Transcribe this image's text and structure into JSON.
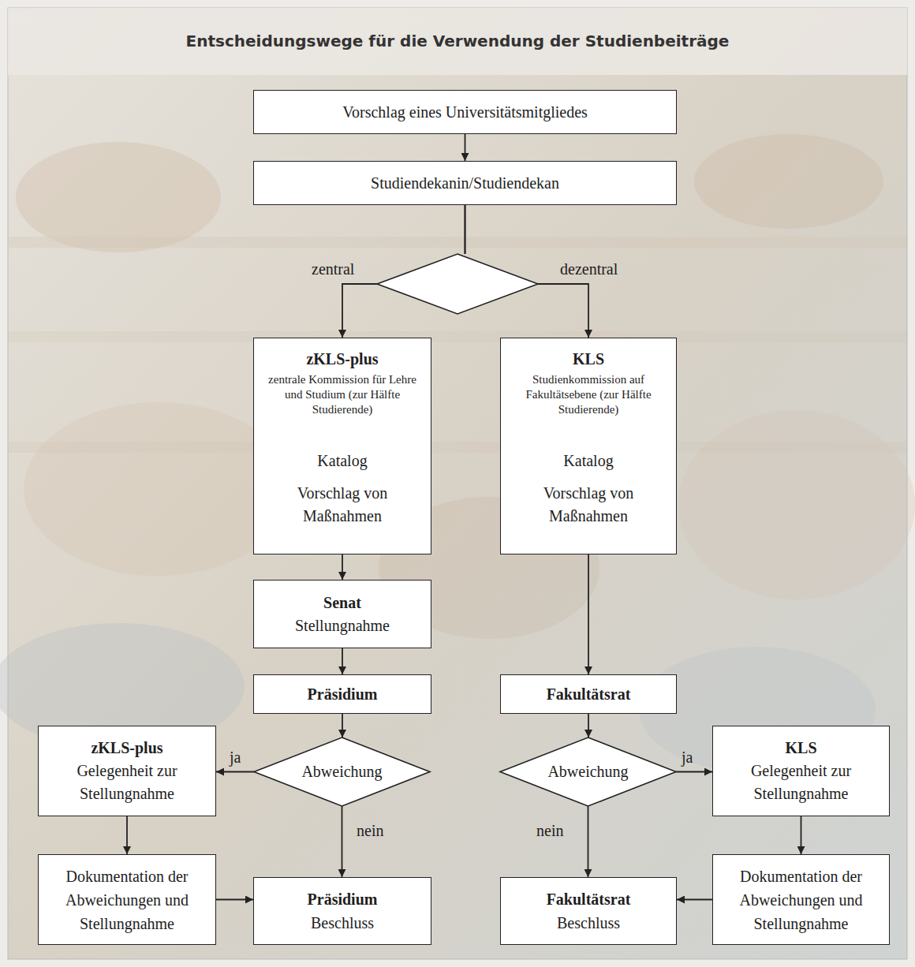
{
  "diagram": {
    "title": "Entscheidungswege für die Verwendung der Studienbeiträge",
    "nodes": [
      {
        "text": [
          "Vorschlag eines Universitätsmitgliedes"
        ]
      },
      {
        "text": [
          "Studiendekanin/Studiendekan"
        ]
      },
      {
        "text": [
          "zKLS-plus",
          "zentrale Kommission für Lehre und Studium (zur Hälfte Studierende)",
          "Katalog",
          "Vorschlag von Maßnahmen"
        ]
      },
      {
        "text": [
          "KLS",
          "Studienkommission auf Fakultätsebene (zur Hälfte Studierende)",
          "Katalog",
          "Vorschlag von Maßnahmen"
        ]
      },
      {
        "text": [
          "Senat",
          "Stellungnahme"
        ]
      },
      {
        "text": [
          "Präsidium"
        ]
      },
      {
        "text": [
          "Fakultätsrat"
        ]
      },
      {
        "text": [
          "zKLS-plus",
          "Gelegenheit zur Stellungnahme"
        ]
      },
      {
        "text": [
          "Abweichung"
        ]
      },
      {
        "text": [
          "Abweichung"
        ]
      },
      {
        "text": [
          "KLS",
          "Gelegenheit zur Stellungnahme"
        ]
      },
      {
        "text": [
          "Dokumentation der Abweichungen und Stellungnahme"
        ]
      },
      {
        "text": [
          "Präsidium",
          "Beschluss"
        ]
      },
      {
        "text": [
          "Fakultätsrat",
          "Beschluss"
        ]
      },
      {
        "text": [
          "Dokumentation der Abweichungen und Stellungnahme"
        ]
      }
    ],
    "edges": [
      {
        "from": 0,
        "to": 1,
        "arrow": "to"
      },
      {
        "from": 1,
        "to": 2,
        "label": "zentral",
        "arrow": "to"
      },
      {
        "from": 1,
        "to": 3,
        "label": "dezentral",
        "arrow": "to"
      },
      {
        "from": 2,
        "to": 4,
        "arrow": "to"
      },
      {
        "from": 4,
        "to": 5,
        "arrow": "to"
      },
      {
        "from": 3,
        "to": 6,
        "arrow": "to"
      },
      {
        "from": 5,
        "to": 8,
        "arrow": "to"
      },
      {
        "from": 6,
        "to": 9,
        "arrow": "to"
      },
      {
        "from": 8,
        "to": 7,
        "label": "ja",
        "arrow": "to"
      },
      {
        "from": 8,
        "to": 12,
        "label": "nein",
        "arrow": "to"
      },
      {
        "from": 9,
        "to": 10,
        "label": "ja",
        "arrow": "to"
      },
      {
        "from": 9,
        "to": 13,
        "label": "nein",
        "arrow": "to"
      },
      {
        "from": 7,
        "to": 11,
        "arrow": "to"
      },
      {
        "from": 10,
        "to": 14,
        "arrow": "to"
      },
      {
        "from": 11,
        "to": 12,
        "arrow": "to"
      },
      {
        "from": 14,
        "to": 13,
        "arrow": "to"
      }
    ]
  }
}
